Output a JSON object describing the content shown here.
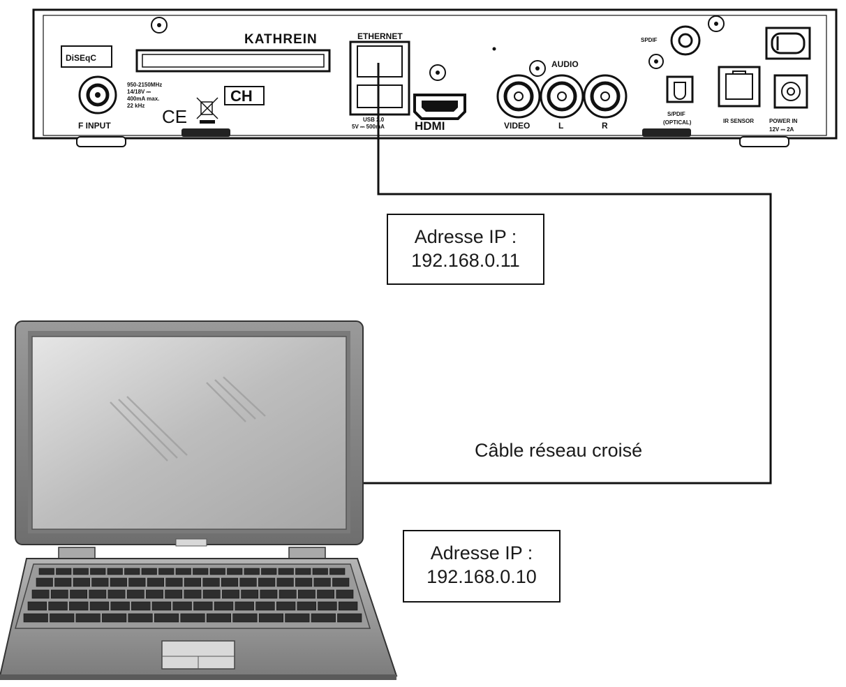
{
  "receiver": {
    "brand": "KATHREIN",
    "diseqc_logo": "DiSEqC",
    "ports": {
      "ethernet": "ETHERNET",
      "usb": "USB 2.0",
      "usb_power": "5V ⎓ 500mA",
      "hdmi": "HDMI",
      "video": "VIDEO",
      "audio": "AUDIO",
      "audio_l": "L",
      "audio_r": "R",
      "spdif": "SPDIF",
      "spdif_optical": "S/PDIF",
      "spdif_optical_sub": "(OPTICAL)",
      "ir_sensor": "IR SENSOR",
      "power_in": "POWER IN",
      "power_spec": "12V ⎓ 2A",
      "f_input": "F INPUT"
    },
    "f_input_specs": [
      "950-2150MHz",
      "14/18V ⎓",
      "400mA max.",
      "22 kHz"
    ],
    "marks": {
      "ce": "CE",
      "ch": "CH"
    }
  },
  "receiver_ip": {
    "label": "Adresse IP :",
    "value": "192.168.0.11"
  },
  "laptop_ip": {
    "label": "Adresse IP :",
    "value": "192.168.0.10"
  },
  "cable_label": "Câble réseau croisé",
  "colors": {
    "line": "#111111",
    "laptop_body": "#8a8a8a",
    "screen": "#cfcfcf"
  }
}
